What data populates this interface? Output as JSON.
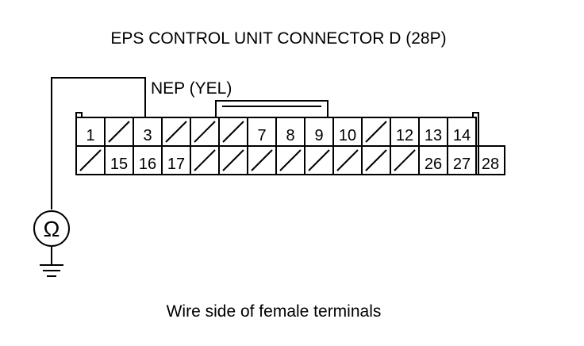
{
  "title": "EPS CONTROL UNIT CONNECTOR D (28P)",
  "wire_label": "NEP (YEL)",
  "caption": "Wire side of female terminals",
  "meter_symbol": "Ω",
  "icons": {
    "meter": "ohmmeter-icon",
    "ground": "ground-icon"
  },
  "connector": {
    "top_row": [
      "1",
      "",
      "3",
      "",
      "",
      "",
      "7",
      "8",
      "9",
      "10",
      "",
      "12",
      "13",
      "14"
    ],
    "bottom_row": [
      "",
      "15",
      "16",
      "17",
      "",
      "",
      "",
      "",
      "",
      "",
      "",
      "",
      "26",
      "27",
      "28"
    ]
  }
}
